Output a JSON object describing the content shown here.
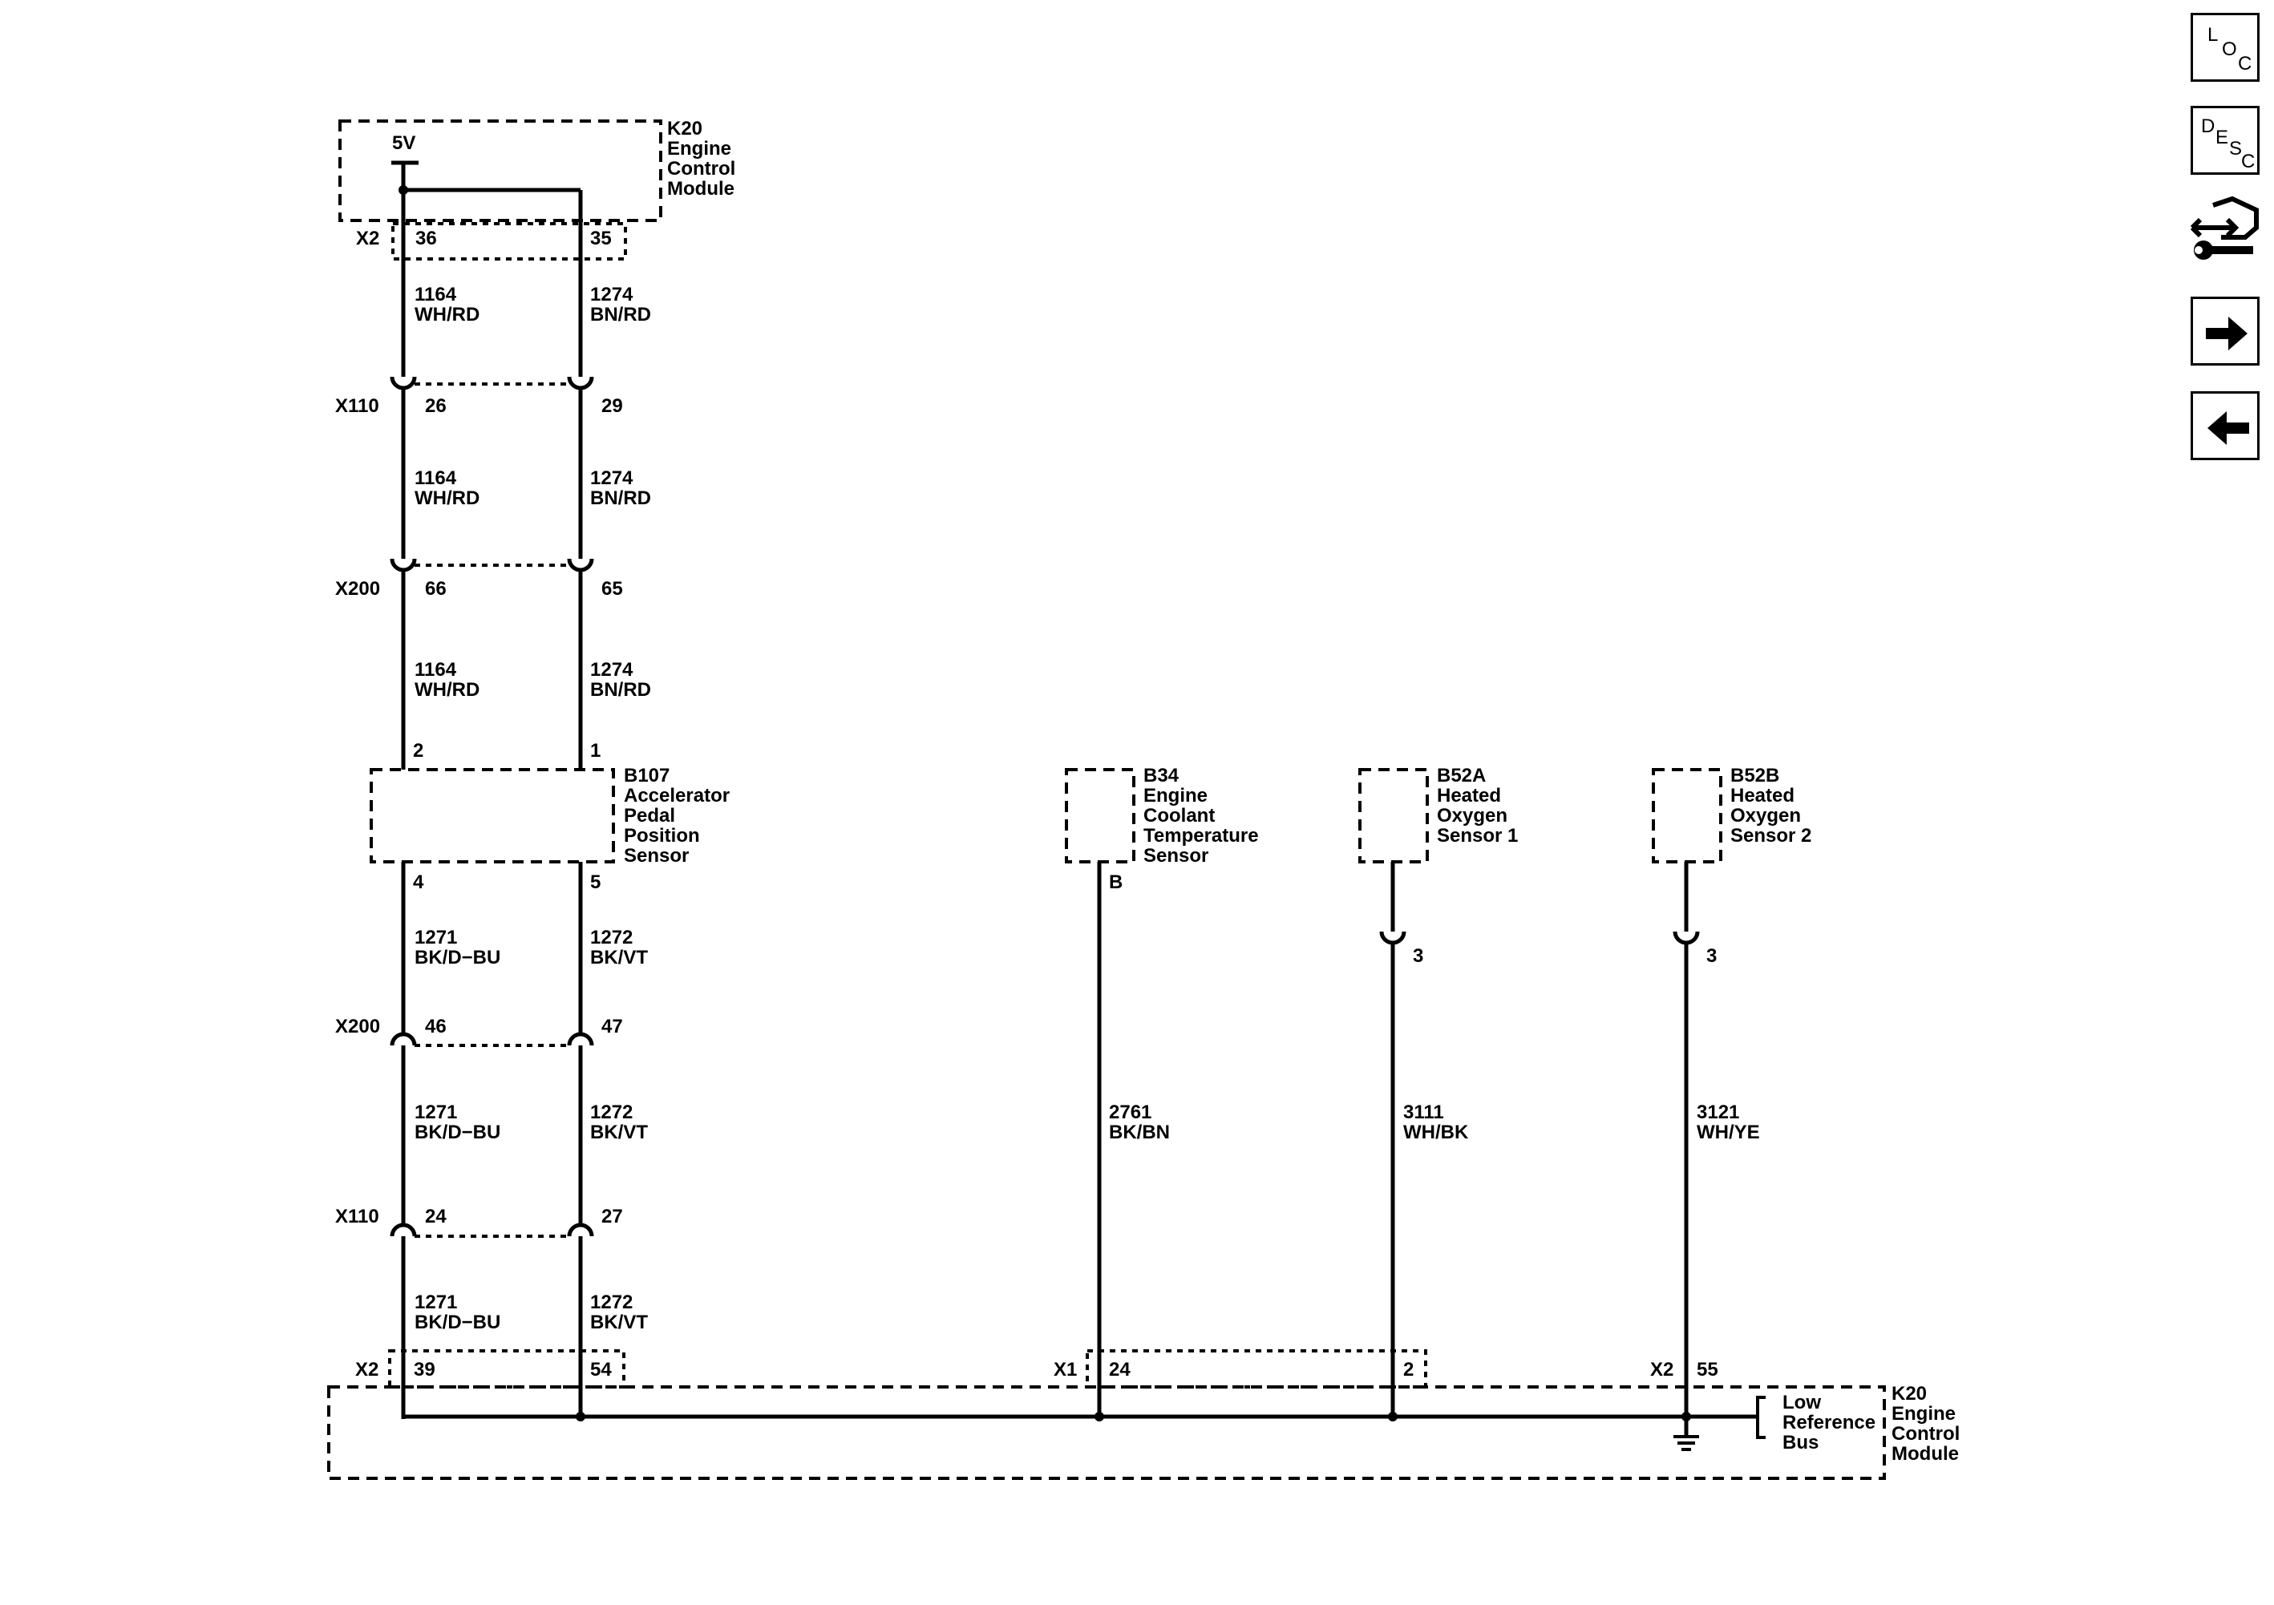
{
  "ecm_top": {
    "lines": [
      "K20",
      "Engine",
      "Control",
      "Module"
    ],
    "voltage": "5V",
    "connector": "X2",
    "pin_a": "36",
    "pin_b": "35"
  },
  "ecm_bottom": {
    "lines": [
      "K20",
      "Engine",
      "Control",
      "Module"
    ],
    "conn_a": "X2",
    "pin_a1": "39",
    "pin_a2": "54",
    "conn_b": "X1",
    "pin_b1": "24",
    "pin_b2": "2",
    "conn_c": "X2",
    "pin_c": "55"
  },
  "low_ref": {
    "lines": [
      "Low",
      "Reference",
      "Bus"
    ]
  },
  "wires": {
    "w1164": {
      "circuit": "1164",
      "color": "WH/RD"
    },
    "w1274": {
      "circuit": "1274",
      "color": "BN/RD"
    },
    "w1271": {
      "circuit": "1271",
      "color": "BK/D−BU"
    },
    "w1272": {
      "circuit": "1272",
      "color": "BK/VT"
    },
    "w2761": {
      "circuit": "2761",
      "color": "BK/BN"
    },
    "w3111": {
      "circuit": "3111",
      "color": "WH/BK"
    },
    "w3121": {
      "circuit": "3121",
      "color": "WH/YE"
    }
  },
  "connectors": {
    "x110_top": {
      "name": "X110",
      "pin_left": "26",
      "pin_right": "29"
    },
    "x200_top": {
      "name": "X200",
      "pin_left": "66",
      "pin_right": "65"
    },
    "x200_bottom": {
      "name": "X200",
      "pin_left": "46",
      "pin_right": "47"
    },
    "x110_bottom": {
      "name": "X110",
      "pin_left": "24",
      "pin_right": "27"
    }
  },
  "components": {
    "b107": {
      "lines": [
        "B107",
        "Accelerator",
        "Pedal",
        "Position",
        "Sensor"
      ],
      "pin_top_left": "2",
      "pin_top_right": "1",
      "pin_bottom_left": "4",
      "pin_bottom_right": "5"
    },
    "b34": {
      "lines": [
        "B34",
        "Engine",
        "Coolant",
        "Temperature",
        "Sensor"
      ],
      "pin": "B"
    },
    "b52a": {
      "lines": [
        "B52A",
        "Heated",
        "Oxygen",
        "Sensor 1"
      ],
      "pin": "3"
    },
    "b52b": {
      "lines": [
        "B52B",
        "Heated",
        "Oxygen",
        "Sensor 2"
      ],
      "pin": "3"
    }
  },
  "nav": {
    "loc": [
      "L",
      "O",
      "C"
    ],
    "desc": [
      "D",
      "E",
      "S",
      "C"
    ],
    "icons": [
      "connector-tools-icon",
      "arrow-right-icon",
      "arrow-left-icon"
    ]
  }
}
